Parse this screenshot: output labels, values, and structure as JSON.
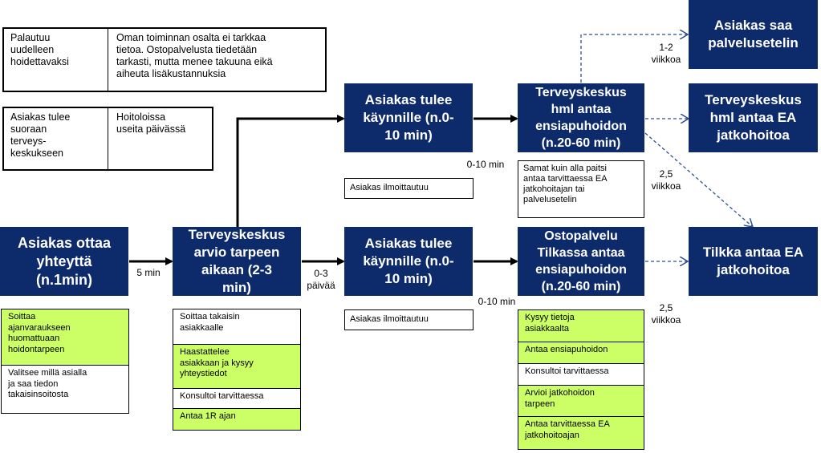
{
  "colors": {
    "box_fill": "#0d2a6b",
    "box_text": "#ffffff",
    "highlight": "#ccff66",
    "arrow": "#000000",
    "dashed_arrow": "#2e4f8f"
  },
  "info_boxes": [
    {
      "left": "Palautuu\nuudelleen\nhoidettavaksi",
      "right": "Oman toiminnan osalta ei tarkkaa\ntietoa. Ostopalvelusta tiedetään\ntarkasti, mutta menee takuuna eikä\naiheuta lisäkustannuksia"
    },
    {
      "left": "Asiakas tulee\nsuoraan\nterveys-\nkeskukseen",
      "right": "Hoitoloissa\nuseita päivässä"
    }
  ],
  "boxes": {
    "contact": "Asiakas ottaa\nyhteyttä\n(n.1min)",
    "assess": "Terveyskeskus\narvio tarpeen\naikaan (2-3\nmin)",
    "visit_top": "Asiakas tulee\nkäynnille (n.0-\n10 min)",
    "visit_bottom": "Asiakas tulee\nkäynnille (n.0-\n10 min)",
    "hml_first_aid": "Terveyskeskus\nhml antaa\nensiapuhoidon\n(n.20-60 min)",
    "tilkka_first_aid": "Ostopalvelu\nTilkassa antaa\nensiapuhoidon\n(n.20-60 min)",
    "voucher": "Asiakas saa\npalvelusetelin",
    "hml_followup": "Terveyskeskus\nhml antaa EA\njatkohoitoa",
    "tilkka_followup": "Tilkka antaa EA\njatkohoitoa"
  },
  "labels": {
    "five_min": "5 min",
    "zero_three_days": "0-3\npäivää",
    "zero_ten_top": "0-10 min",
    "zero_ten_bottom": "0-10 min",
    "one_two_weeks": "1-2\nviikkoa",
    "two_five_weeks_top": "2,5\nviikkoa",
    "two_five_weeks_bottom": "2,5\nviikkoa"
  },
  "notes": {
    "register_top": "Asiakas ilmoittautuu",
    "register_bottom": "Asiakas ilmoittautuu",
    "same_as_below": "Samat kuin alla paitsi\nantaa tarvittaessa EA\njatkohoitajan tai\npalvelusetelin"
  },
  "contact_steps": [
    {
      "text": "Soittaa\najanvaraukseen\nhuomattuaan\nhoidontarpeen",
      "highlight": true
    },
    {
      "text": "Valitsee millä asialla\nja saa tiedon\ntakaisinsoitosta",
      "highlight": false
    }
  ],
  "assess_steps": [
    {
      "text": "Soittaa takaisin\nasiakkaalle",
      "highlight": false
    },
    {
      "text": "Haastattelee\nasiakkaan ja kysyy\nyhteystiedot",
      "highlight": true
    },
    {
      "text": "Konsultoi tarvittaessa",
      "highlight": false
    },
    {
      "text": "Antaa 1R ajan",
      "highlight": true
    }
  ],
  "tilkka_steps": [
    {
      "text": "Kysyy tietoja\nasiakkaalta",
      "highlight": true
    },
    {
      "text": "Antaa ensiapuhoidon",
      "highlight": true
    },
    {
      "text": "Konsultoi tarvittaessa",
      "highlight": false
    },
    {
      "text": "Arvioi jatkohoidon\ntarpeen",
      "highlight": true
    },
    {
      "text": "Antaa tarvittaessa EA\njatkohoitoajan",
      "highlight": true
    }
  ]
}
